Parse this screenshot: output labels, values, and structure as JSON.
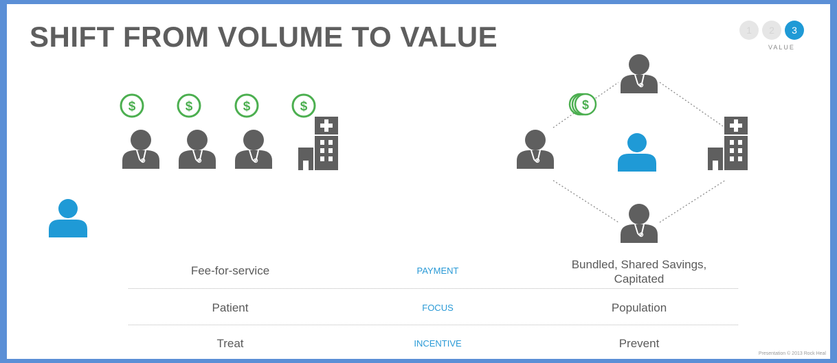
{
  "title": "SHIFT FROM VOLUME TO VALUE",
  "progress": {
    "steps": [
      "1",
      "2",
      "3"
    ],
    "active_step": 3,
    "label": "VALUE"
  },
  "left_panel": {
    "payment_icons": [
      "$",
      "$",
      "$",
      "$"
    ],
    "providers": [
      "doctor-icon",
      "doctor-icon",
      "doctor-icon",
      "hospital-icon"
    ],
    "patient_icon": "person-icon"
  },
  "right_panel": {
    "payment_icon": "$",
    "center_icon": "person-icon",
    "network": [
      "doctor-icon",
      "doctor-icon",
      "doctor-icon",
      "hospital-icon"
    ]
  },
  "comparison": {
    "rows": [
      {
        "label": "PAYMENT",
        "volume": "Fee-for-service",
        "value": "Bundled, Shared Savings,\nCapitated"
      },
      {
        "label": "FOCUS",
        "volume": "Patient",
        "value": "Population"
      },
      {
        "label": "INCENTIVE",
        "volume": "Treat",
        "value": "Prevent"
      }
    ]
  },
  "footer": "Presentation © 2013 Rock Heal",
  "colors": {
    "frame": "#5b8fd6",
    "title": "#5e5e5e",
    "icon_gray": "#5f5f5f",
    "patient_blue": "#1f9ad6",
    "money_green": "#4caf50",
    "label_blue": "#2a9ad6"
  }
}
